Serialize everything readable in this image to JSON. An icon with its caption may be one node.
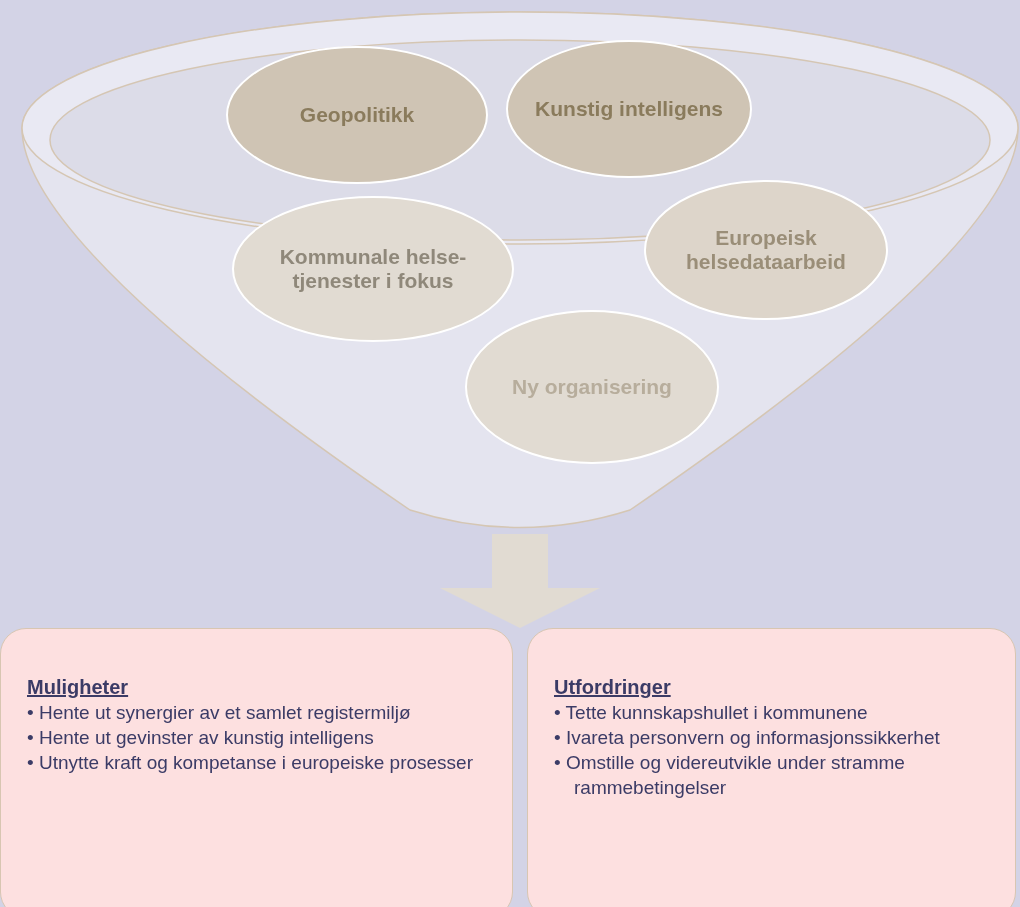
{
  "diagram": {
    "nodes": [
      {
        "text": [],
        "shape": "funnel"
      },
      {
        "text": [
          "Geopolitikk"
        ],
        "in": 0
      },
      {
        "text": [
          "Kunstig intelligens"
        ],
        "in": 0
      },
      {
        "text": [
          "Europeisk helsedataarbeid"
        ],
        "in": 0
      },
      {
        "text": [
          "Kommunale helse-tjenester i fokus"
        ],
        "in": 0
      },
      {
        "text": [
          "Ny organisering"
        ],
        "in": 0
      },
      {
        "text": [
          "Muligheter",
          "• Hente ut synergier av et samlet registermiljø",
          "• Hente ut gevinster av kunstig intelligens",
          "• Utnytte kraft og kompetanse i europeiske prosesser"
        ]
      },
      {
        "text": [
          "Utfordringer",
          "• Tette kunnskapshullet i kommunene",
          "• Ivareta personvern og informasjonssikkerhet",
          "• Omstille og videreutvikle under stramme rammebetingelser"
        ]
      }
    ],
    "edges": [
      {
        "from": 0,
        "to": 6,
        "arrow": "to"
      },
      {
        "from": 0,
        "to": 7,
        "arrow": "to"
      }
    ]
  }
}
